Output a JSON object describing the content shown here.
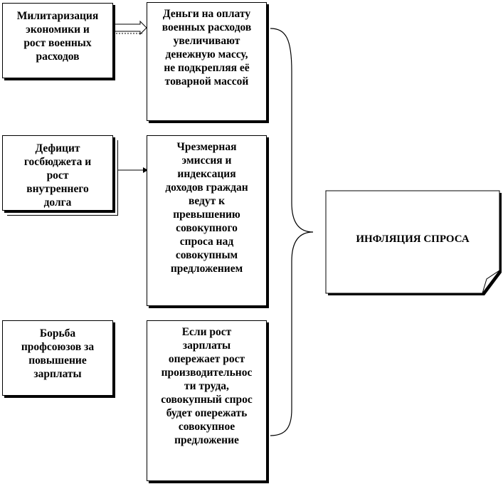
{
  "causes": [
    {
      "lines": [
        "Милитаризация",
        "экономики и",
        "рост военных",
        "расходов"
      ]
    },
    {
      "lines": [
        "Дефицит",
        "госбюджета и",
        "рост",
        "внутреннего",
        "долга"
      ]
    },
    {
      "lines": [
        "Борьба",
        "профсоюзов за",
        "повышение",
        "зарплаты"
      ]
    }
  ],
  "effects": [
    {
      "lines": [
        "Деньги на оплату",
        "военных расходов",
        "увеличивают",
        "денежную массу,",
        "не подкрепляя её",
        "товарной массой"
      ]
    },
    {
      "lines": [
        "Чрезмерная",
        "эмиссия и",
        "индексация",
        "доходов граждан",
        "ведут к",
        "превышению",
        "совокупного",
        "спроса над",
        "совокупным",
        "предложением"
      ]
    },
    {
      "lines": [
        "Если рост",
        "зарплаты",
        "опережает рост",
        "производительнос",
        "ти труда,",
        "совокупный спрос",
        "будет опережать",
        "совокупное",
        "предложение"
      ]
    }
  ],
  "result": {
    "label": "ИНФЛЯЦИЯ СПРОСА"
  }
}
